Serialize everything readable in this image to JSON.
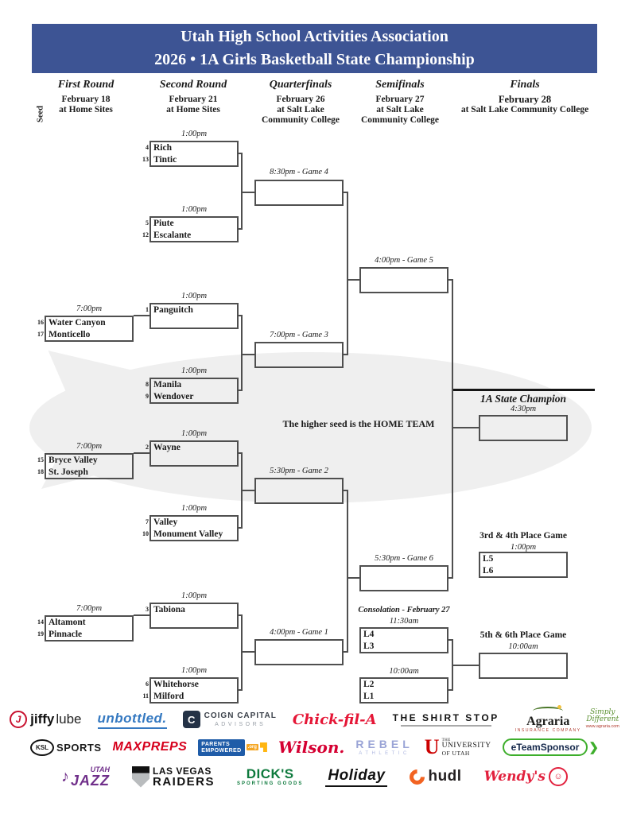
{
  "header": {
    "title_line1": "Utah High School Activities Association",
    "title_line2": "2026 • 1A Girls Basketball State Championship"
  },
  "colors": {
    "banner_blue": "#3d5494",
    "bracket_line": "#4f4f4f",
    "watermark_gray": "#efefef"
  },
  "seed_axis_label": "Seed",
  "round_headers": [
    {
      "title": "First Round",
      "line1": "February 18",
      "line2": "at Home Sites",
      "line3": ""
    },
    {
      "title": "Second Round",
      "line1": "February 21",
      "line2": "at Home Sites",
      "line3": ""
    },
    {
      "title": "Quarterfinals",
      "line1": "February 26",
      "line2": "at Salt Lake",
      "line3": "Community College"
    },
    {
      "title": "Semifinals",
      "line1": "February 27",
      "line2": "at Salt Lake",
      "line3": "Community College"
    },
    {
      "title": "Finals",
      "line1": "February 28",
      "line2": "at Salt Lake Community College",
      "line3": ""
    }
  ],
  "note": "The higher seed is the HOME TEAM",
  "bracket": {
    "fr1": {
      "time": "7:00pm",
      "seed1": "16",
      "team1": "Water Canyon",
      "seed2": "17",
      "team2": "Monticello"
    },
    "fr2": {
      "time": "7:00pm",
      "seed1": "15",
      "team1": "Bryce Valley",
      "seed2": "18",
      "team2": "St. Joseph"
    },
    "fr3": {
      "time": "7:00pm",
      "seed1": "14",
      "team1": "Altamont",
      "seed2": "19",
      "team2": "Pinnacle"
    },
    "sr1": {
      "time": "1:00pm",
      "seed1": "4",
      "team1": "Rich",
      "seed2": "13",
      "team2": "Tintic"
    },
    "sr2": {
      "time": "1:00pm",
      "seed1": "5",
      "team1": "Piute",
      "seed2": "12",
      "team2": "Escalante"
    },
    "sr3": {
      "time": "1:00pm",
      "seed1": "1",
      "team1": "Panguitch",
      "seed2": "",
      "team2": ""
    },
    "sr4": {
      "time": "1:00pm",
      "seed1": "8",
      "team1": "Manila",
      "seed2": "9",
      "team2": "Wendover"
    },
    "sr5": {
      "time": "1:00pm",
      "seed1": "2",
      "team1": "Wayne",
      "seed2": "",
      "team2": ""
    },
    "sr6": {
      "time": "1:00pm",
      "seed1": "7",
      "team1": "Valley",
      "seed2": "10",
      "team2": "Monument Valley"
    },
    "sr7": {
      "time": "1:00pm",
      "seed1": "3",
      "team1": "Tabiona",
      "seed2": "",
      "team2": ""
    },
    "sr8": {
      "time": "1:00pm",
      "seed1": "6",
      "team1": "Whitehorse",
      "seed2": "11",
      "team2": "Milford"
    },
    "qf1": {
      "label": "4:00pm - Game 1"
    },
    "qf2": {
      "label": "5:30pm - Game 2"
    },
    "qf3": {
      "label": "7:00pm - Game 3"
    },
    "qf4": {
      "label": "8:30pm - Game 4"
    },
    "sf5": {
      "label": "4:00pm - Game 5"
    },
    "sf6": {
      "label": "5:30pm - Game 6"
    },
    "final": {
      "champion_label": "1A State Champion",
      "time": "4:30pm"
    },
    "third_place": {
      "header": "3rd & 4th Place Game",
      "time": "1:00pm",
      "team1": "L5",
      "team2": "L6"
    },
    "consolation": {
      "header": "Consolation - February 27",
      "g1_time": "11:30am",
      "g1_team1": "L4",
      "g1_team2": "L3",
      "g2_time": "10:00am",
      "g2_team1": "L2",
      "g2_team2": "L1"
    },
    "fifth_place": {
      "header": "5th & 6th Place Game",
      "time": "10:00am"
    }
  },
  "sponsors": {
    "row1": {
      "jiffy_lube": {
        "icon": "J",
        "word1": "jiffy",
        "word2": "lube"
      },
      "unbottled": {
        "text": "unbottled."
      },
      "coign": {
        "icon": "C",
        "line1": "COIGN CAPITAL",
        "line2": "ADVISORS"
      },
      "chick_fil_a": {
        "text": "Chick-fil-A"
      },
      "shirt_stop": {
        "text": "THE SHIRT STOP"
      },
      "agraria": {
        "name": "Agraria",
        "sub": "INSURANCE COMPANY",
        "tag1": "Simply",
        "tag2": "Different",
        "url": "www.agraria.com"
      }
    },
    "row2": {
      "ksl": {
        "icon": "KSL",
        "text": "SPORTS"
      },
      "maxpreps": {
        "text": "MAXPREPS"
      },
      "parents_empowered": {
        "line1": "PARENTS",
        "line2": "EMPOWERED",
        "suffix": ".org"
      },
      "wilson": {
        "text": "Wilson."
      },
      "rebel": {
        "line1": "REBEL",
        "line2": "ATHLETIC"
      },
      "utah_univ": {
        "icon": "U",
        "line0": "THE",
        "line1": "UNIVERSITY",
        "line2": "OF UTAH"
      },
      "eteamsponsor": {
        "text": "eTeamSponsor"
      }
    },
    "row3": {
      "jazz": {
        "icon": "♪",
        "line1": "UTAH",
        "line2": "JAZZ"
      },
      "raiders": {
        "line1": "LAS VEGAS",
        "line2": "RAIDERS"
      },
      "dicks": {
        "line1": "DICK'S",
        "line2": "SPORTING GOODS"
      },
      "holiday": {
        "text": "Holiday"
      },
      "hudl": {
        "text": "hudl"
      },
      "wendys": {
        "text": "Wendy's",
        "icon": "☺"
      }
    }
  }
}
